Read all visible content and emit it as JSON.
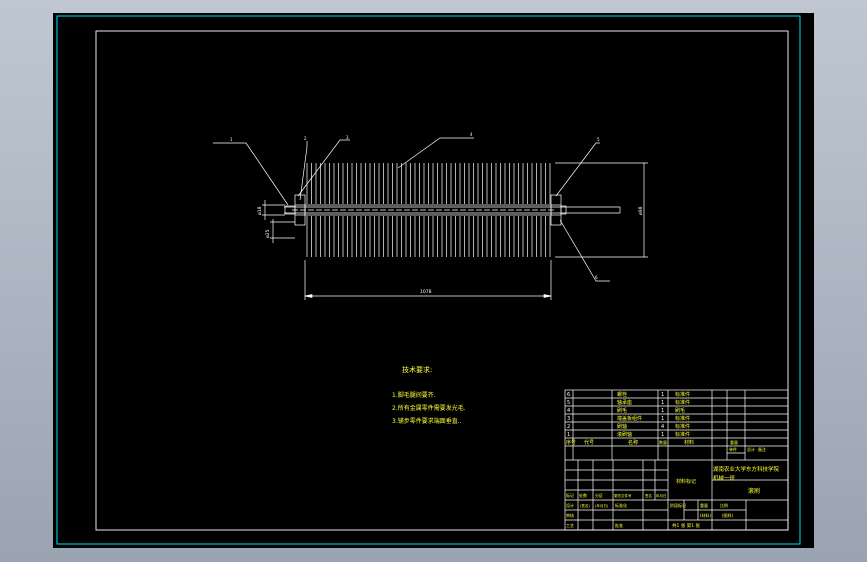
{
  "colors": {
    "background": "#c2c9d3",
    "paper": "#000000",
    "frame": "#00e0ff",
    "lines": "#ffffff",
    "text_yellow": "#ffff33",
    "text_cyan": "#00ffff"
  },
  "balloons": [
    "1",
    "2",
    "3",
    "4",
    "5",
    "6"
  ],
  "dimensions": {
    "left_dia_1": "ø18",
    "left_dia_2": "ø25",
    "height": "ø98",
    "length": "1078"
  },
  "notes": {
    "heading": "技术要求:",
    "items": [
      "1.脚毛腿间要齐.",
      "2.所有金属零件需要发光毛.",
      "3.铺步零件要求端面垂直.."
    ]
  },
  "bom": {
    "rows": [
      {
        "no": "6",
        "name": "螺栓",
        "qty": "1",
        "mat": "标准件"
      },
      {
        "no": "5",
        "name": "轴承座",
        "qty": "1",
        "mat": "标准件"
      },
      {
        "no": "4",
        "name": "刷毛",
        "qty": "1",
        "mat": "刷毛"
      },
      {
        "no": "3",
        "name": "端盖板组件",
        "qty": "1",
        "mat": "标准件"
      },
      {
        "no": "2",
        "name": "刷轴",
        "qty": "4",
        "mat": "标准件"
      },
      {
        "no": "1",
        "name": "滚刷轴",
        "qty": "1",
        "mat": "标准件"
      }
    ],
    "header": [
      "序号",
      "代号",
      "名称",
      "数量",
      "材料",
      "单件",
      "总计",
      "备注"
    ],
    "header_weight": "重量"
  },
  "title_block": {
    "material_mark": "材料标记",
    "company": "湖南农业大学东方科技学院",
    "class": "机械一班",
    "drawing_name": "滚刷",
    "stage_mark": "阶段标记",
    "weight": "重量",
    "scale": "比例",
    "scale_a": "(材料)",
    "scale_b": "(图样)",
    "sheet": "共1 张  第1 张",
    "mark_row": [
      "标记",
      "处数",
      "分区",
      "更改文件号",
      "签名",
      "年月日"
    ],
    "design_row": [
      "设计",
      "(签名)",
      "(年月日)",
      "标准化"
    ],
    "review": "审核",
    "process": "工艺",
    "approve": "批准"
  }
}
